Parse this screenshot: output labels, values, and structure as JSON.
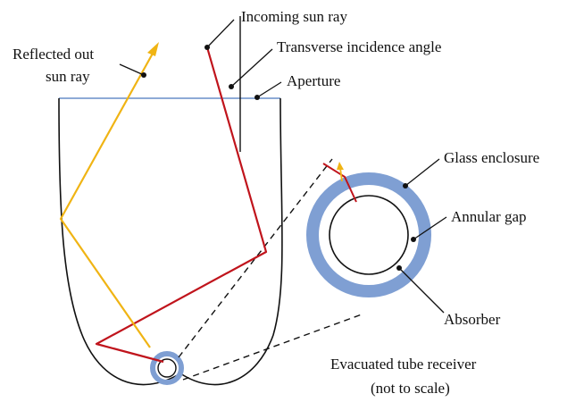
{
  "labels": {
    "reflected_line1": "Reflected out",
    "reflected_line2": "sun ray",
    "incoming": "Incoming sun ray",
    "transverse": "Transverse incidence angle",
    "aperture": "Aperture",
    "glass": "Glass enclosure",
    "gap": "Annular gap",
    "absorber": "Absorber",
    "receiver_line1": "Evacuated tube receiver",
    "receiver_line2": "(not to scale)"
  },
  "colors": {
    "aperture_line": "#8eaad6",
    "glass": "#7f9fd3",
    "incoming_ray": "#c0141c",
    "reflected_ray": "#f0b414",
    "ink": "#111111"
  }
}
